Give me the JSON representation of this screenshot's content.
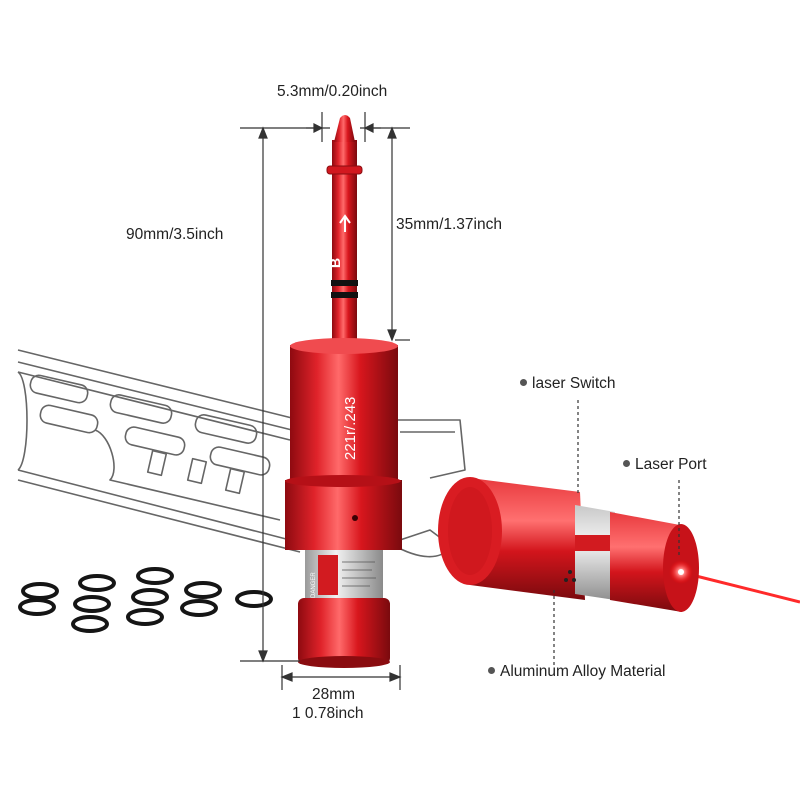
{
  "dimensions": {
    "tip_width": "5.3mm/0.20inch",
    "total_length": "90mm/3.5inch",
    "rod_length": "35mm/1.37inch",
    "body_diameter_mm": "28mm",
    "body_diameter_inch": "1 0.78inch"
  },
  "callouts": {
    "laser_switch": "laser Switch",
    "laser_port": "Laser Port",
    "material": "Aluminum Alloy Material"
  },
  "product_markings": {
    "caliber": "221r/.243",
    "arrow_label": "B",
    "warning_tag": "DANGER"
  },
  "colors": {
    "body_red": "#d0121a",
    "laser_red": "#ff2a2a"
  }
}
